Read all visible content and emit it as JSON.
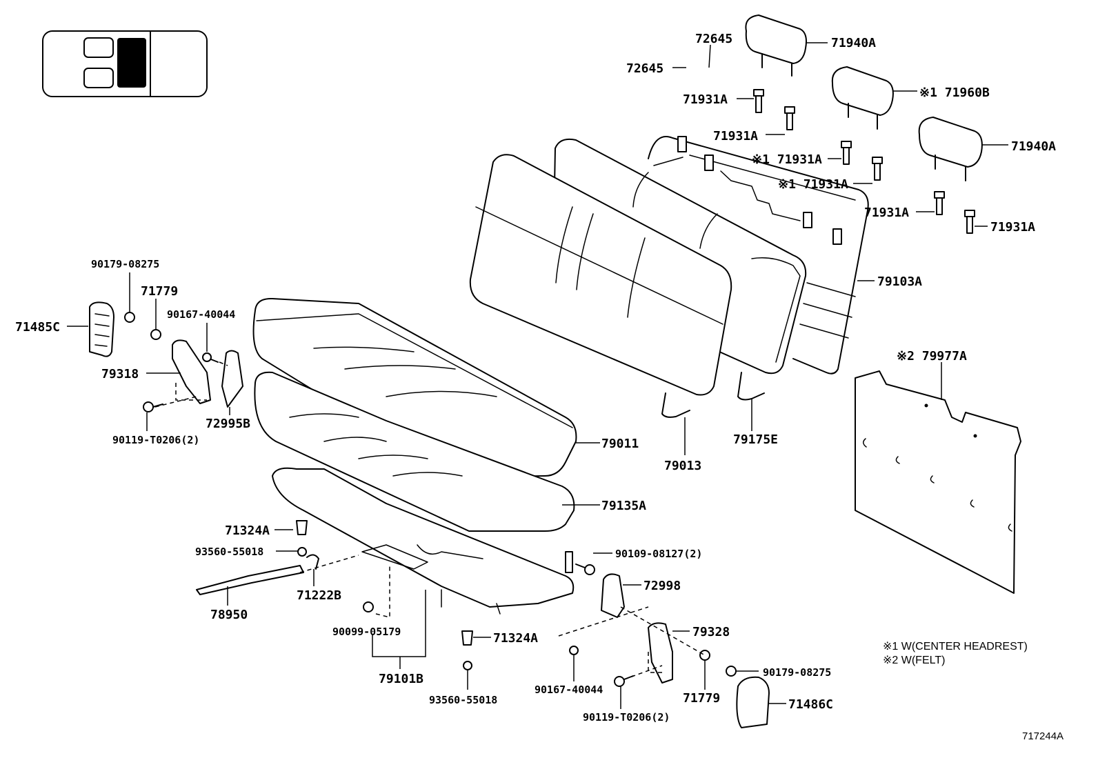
{
  "locator": {
    "label": ""
  },
  "labels": {
    "p72645_top": "72645",
    "p72645_left": "72645",
    "p71940A_top": "71940A",
    "p71960B": "※1 71960B",
    "p71940A_right": "71940A",
    "p71931A_1": "71931A",
    "p71931A_2": "71931A",
    "p71931A_3": "※1 71931A",
    "p71931A_4": "※1 71931A",
    "p71931A_5": "71931A",
    "p71931A_6": "71931A",
    "p79103A": "79103A",
    "p79977A": "※2 79977A",
    "p90179_08275_top": "90179-08275",
    "p71779_top": "71779",
    "p71485C": "71485C",
    "p90167_40044_top": "90167-40044",
    "p79318": "79318",
    "p72995B": "72995B",
    "p90119_T0206_top": "90119-T0206(2)",
    "p79011": "79011",
    "p79013": "79013",
    "p79175E": "79175E",
    "p79135A": "79135A",
    "p71324A_top": "71324A",
    "p93560_55018_top": "93560-55018",
    "p90109_08127": "90109-08127(2)",
    "p72998": "72998",
    "p71222B": "71222B",
    "p78950": "78950",
    "p90099_05179": "90099-05179",
    "p71324A_bottom": "71324A",
    "p79328": "79328",
    "p79101B": "79101B",
    "p93560_55018_bottom": "93560-55018",
    "p90167_40044_bottom": "90167-40044",
    "p71779_bottom": "71779",
    "p90179_08275_bottom": "90179-08275",
    "p90119_T0206_bottom": "90119-T0206(2)",
    "p71486C": "71486C"
  },
  "notes": {
    "note1": "※1 W(CENTER HEADREST)",
    "note2": "※2 W(FELT)"
  },
  "diagram_code": "717244A"
}
